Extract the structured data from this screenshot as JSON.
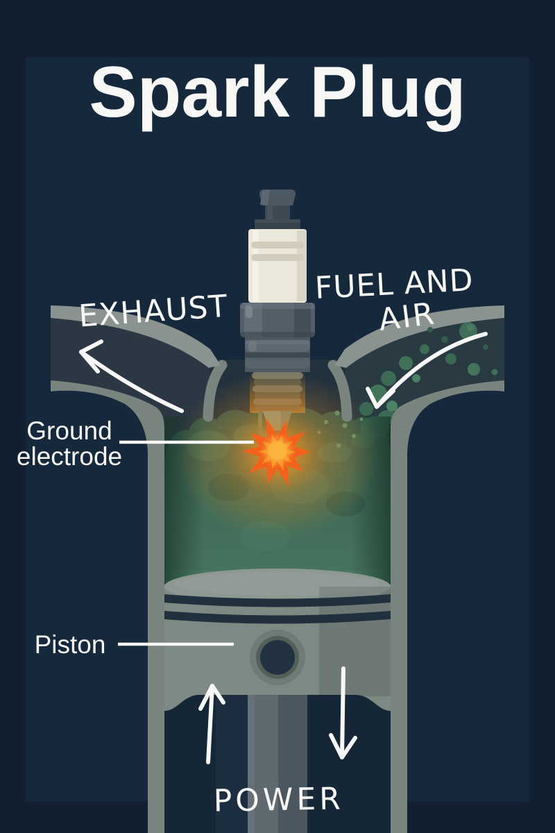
{
  "poster": {
    "title": "Spark Plug"
  },
  "labels": {
    "exhaust": "EXHAUST",
    "fuel_air_line1": "FUEL AND",
    "fuel_air_line2": "AIR",
    "ground_electrode_line1": "Ground",
    "ground_electrode_line2": "electrode",
    "piston": "Piston",
    "power": "POWER"
  },
  "palette": {
    "background": "#16293c",
    "background_outer": "#111f31",
    "engine_metal": "#79847f",
    "port_band": "#8a938f",
    "port_interior": "#2b3844",
    "ceramic_insulator": "#ebe7da",
    "fuel_air_green": "#3e6955",
    "spark_orange": "#f3611b",
    "spark_core": "#fbb33c",
    "label_text": "#f7f8f5"
  }
}
